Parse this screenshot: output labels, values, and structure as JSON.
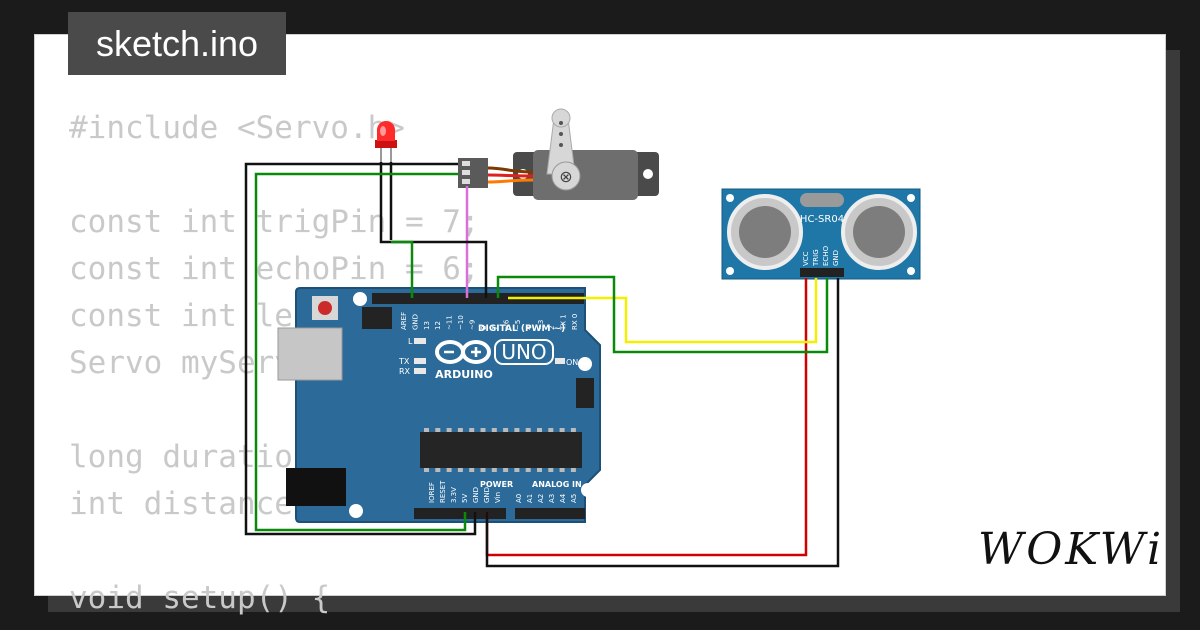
{
  "tab": {
    "title": "sketch.ino"
  },
  "code_lines": [
    "#include <Servo.h>",
    "",
    "const int trigPin = 7;",
    "const int echoPin = 6;",
    "const int ledPin = 9;",
    "Servo myServo;",
    "",
    "long duration;",
    "int distance;",
    "",
    "void setup() {"
  ],
  "arduino": {
    "model_label": "UNO",
    "brand_label": "ARDUINO",
    "digital_header_label": "DIGITAL (PWM ~)",
    "power_label": "POWER",
    "analog_label": "ANALOG IN",
    "on_label": "ON",
    "l_label": "L",
    "tx_label": "TX",
    "rx_label": "RX",
    "top_pins": [
      "AREF",
      "GND",
      "13",
      "12",
      "~11",
      "~10",
      "~9",
      "8",
      "7",
      "~6",
      "~5",
      "4",
      "~3",
      "2",
      "TX 1",
      "RX 0"
    ],
    "bottom_pins": [
      "IOREF",
      "RESET",
      "3.3V",
      "5V",
      "GND",
      "GND",
      "Vin",
      "A0",
      "A1",
      "A2",
      "A3",
      "A4",
      "A5"
    ]
  },
  "sensor": {
    "name": "HC-SR04",
    "pins": [
      "VCC",
      "TRIG",
      "ECHO",
      "GND"
    ]
  },
  "colors": {
    "board": "#2b6a99",
    "wire_red": "#d00000",
    "wire_black": "#111111",
    "wire_green": "#0a8a0a",
    "wire_yellow": "#f2ef00",
    "wire_pink": "#d96fd9",
    "wire_orange": "#ff7a00",
    "led_red": "#ff2a2a"
  },
  "logo": {
    "text": "WOKWi"
  }
}
